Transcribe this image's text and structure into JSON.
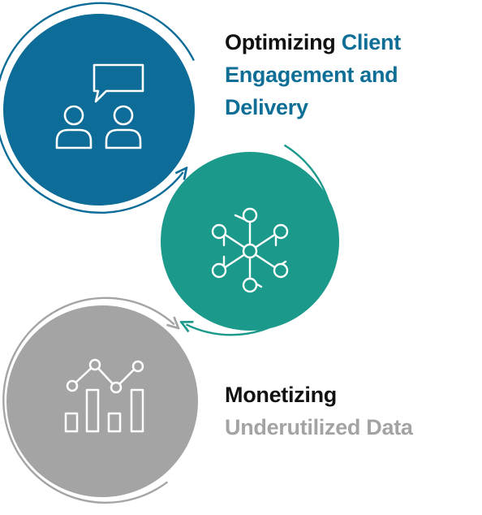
{
  "colors": {
    "blue": "#0d6c98",
    "teal": "#1b9a8c",
    "gray": "#a4a4a4",
    "ink": "#111111",
    "blue_text": "#0e6e96",
    "gray_text": "#a3a3a3"
  },
  "icons": {
    "top": "people-conversation-icon",
    "middle": "network-nodes-icon",
    "bottom": "bar-line-chart-icon"
  },
  "labels": {
    "engagement": {
      "line1_dark": "Optimizing",
      "line1_accent": "Client",
      "line2_accent": "Engagement",
      "line2_dark": "and",
      "line3_accent": "Delivery"
    },
    "monetizing": {
      "line1": "Monetizing",
      "line2": "Underutilized Data"
    }
  }
}
